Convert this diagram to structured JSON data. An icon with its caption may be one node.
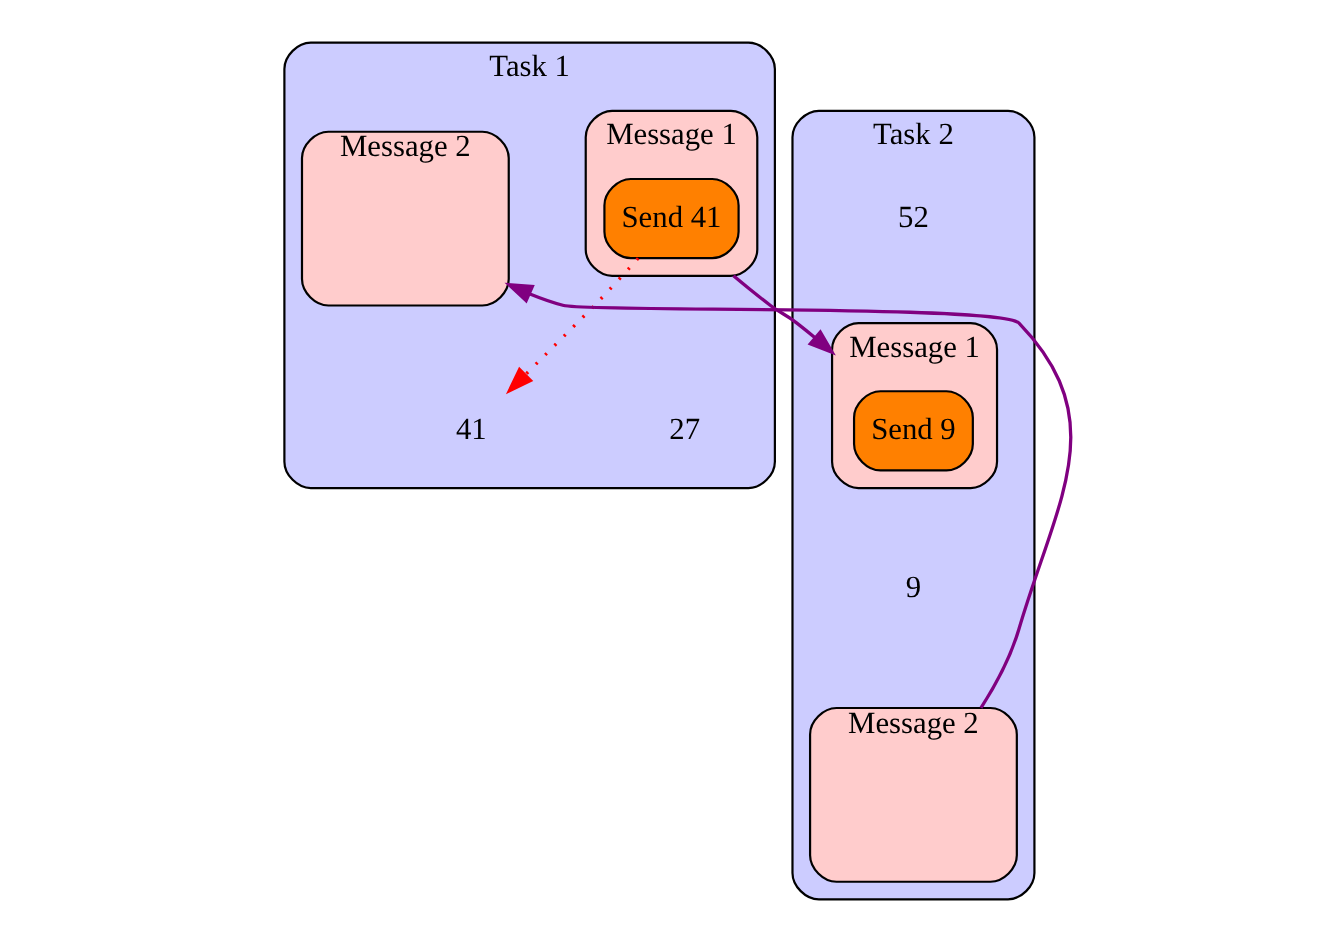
{
  "diagram": {
    "nodes": [
      {
        "text": [
          "Task 1"
        ]
      },
      {
        "text": [
          "Message 1"
        ],
        "in": 0
      },
      {
        "text": [
          "Send 41"
        ],
        "in": 1
      },
      {
        "text": [
          "41"
        ],
        "in": 0
      },
      {
        "text": [
          "Message 2"
        ],
        "in": 0
      },
      {
        "text": [
          "Task 2"
        ]
      },
      {
        "text": [
          "Message 1"
        ],
        "in": 5
      },
      {
        "text": [
          "Send 9"
        ],
        "in": 6
      },
      {
        "text": [
          "Message 2"
        ],
        "in": 5
      }
    ],
    "edges": [
      {
        "from": 1,
        "to": 6,
        "arrow": "to",
        "color": "#800080"
      },
      {
        "from": 8,
        "to": 4,
        "arrow": "to",
        "color": "#800080"
      },
      {
        "from": 2,
        "to": 3,
        "arrow": "to",
        "style": "dashed",
        "color": "#ff0000"
      }
    ],
    "labels": [
      "27",
      "52",
      "9"
    ]
  }
}
